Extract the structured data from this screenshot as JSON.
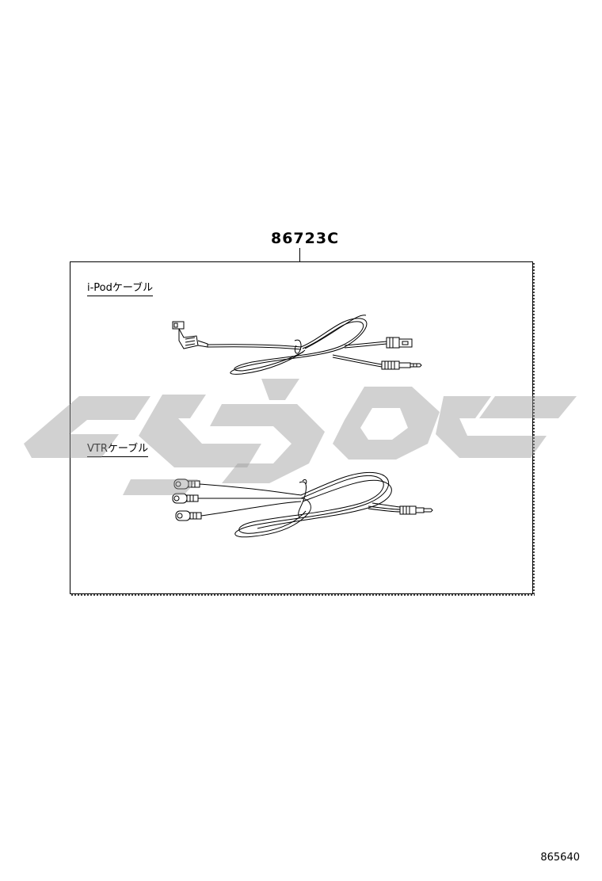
{
  "diagram": {
    "part_number": "86723C",
    "code": "865640"
  },
  "components": [
    {
      "label": "i-Podケーブル"
    },
    {
      "label": "VTRケーブル"
    }
  ]
}
